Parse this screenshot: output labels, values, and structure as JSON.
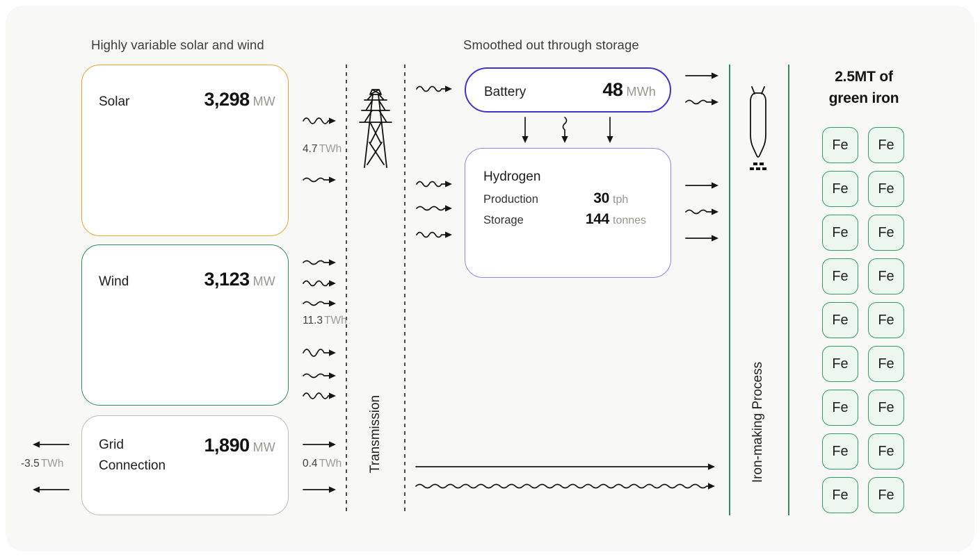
{
  "headings": {
    "variable": "Highly variable solar and wind",
    "smoothed": "Smoothed out through storage",
    "output_line1": "2.5MT of",
    "output_line2": "green iron"
  },
  "generation": {
    "solar": {
      "label": "Solar",
      "value": "3,298",
      "unit": "MW"
    },
    "wind": {
      "label": "Wind",
      "value": "3,123",
      "unit": "MW"
    },
    "grid": {
      "label": "Grid Connection",
      "value": "1,890",
      "unit": "MW"
    }
  },
  "flow_labels": {
    "solar_export": {
      "value": "4.7",
      "unit": "TWh"
    },
    "wind_export": {
      "value": "11.3",
      "unit": "TWh"
    },
    "grid_import": {
      "value": "0.4",
      "unit": "TWh"
    },
    "grid_export": {
      "value": "-3.5",
      "unit": "TWh"
    }
  },
  "transmission": {
    "label": "Transmission"
  },
  "battery": {
    "label": "Battery",
    "value": "48",
    "unit": "MWh"
  },
  "hydrogen": {
    "title": "Hydrogen",
    "production": {
      "label": "Production",
      "value": "30",
      "unit": "tph"
    },
    "storage": {
      "label": "Storage",
      "value": "144",
      "unit": "tonnes"
    }
  },
  "ironmaking": {
    "label": "Iron-making Process"
  },
  "green_iron": {
    "symbol": "Fe",
    "count": 18
  },
  "colors": {
    "solar_border": "#efa32d",
    "wind_border": "#2e8f5b",
    "grid_border": "#bdbdba",
    "battery_border": "#3e32d2",
    "hydrogen_border": "#8d87f0",
    "iron_column": "#2e8f5b",
    "fe_border": "#2f9e5f",
    "fe_bg": "#edf7f0",
    "card_bg": "#f8f8f6"
  }
}
